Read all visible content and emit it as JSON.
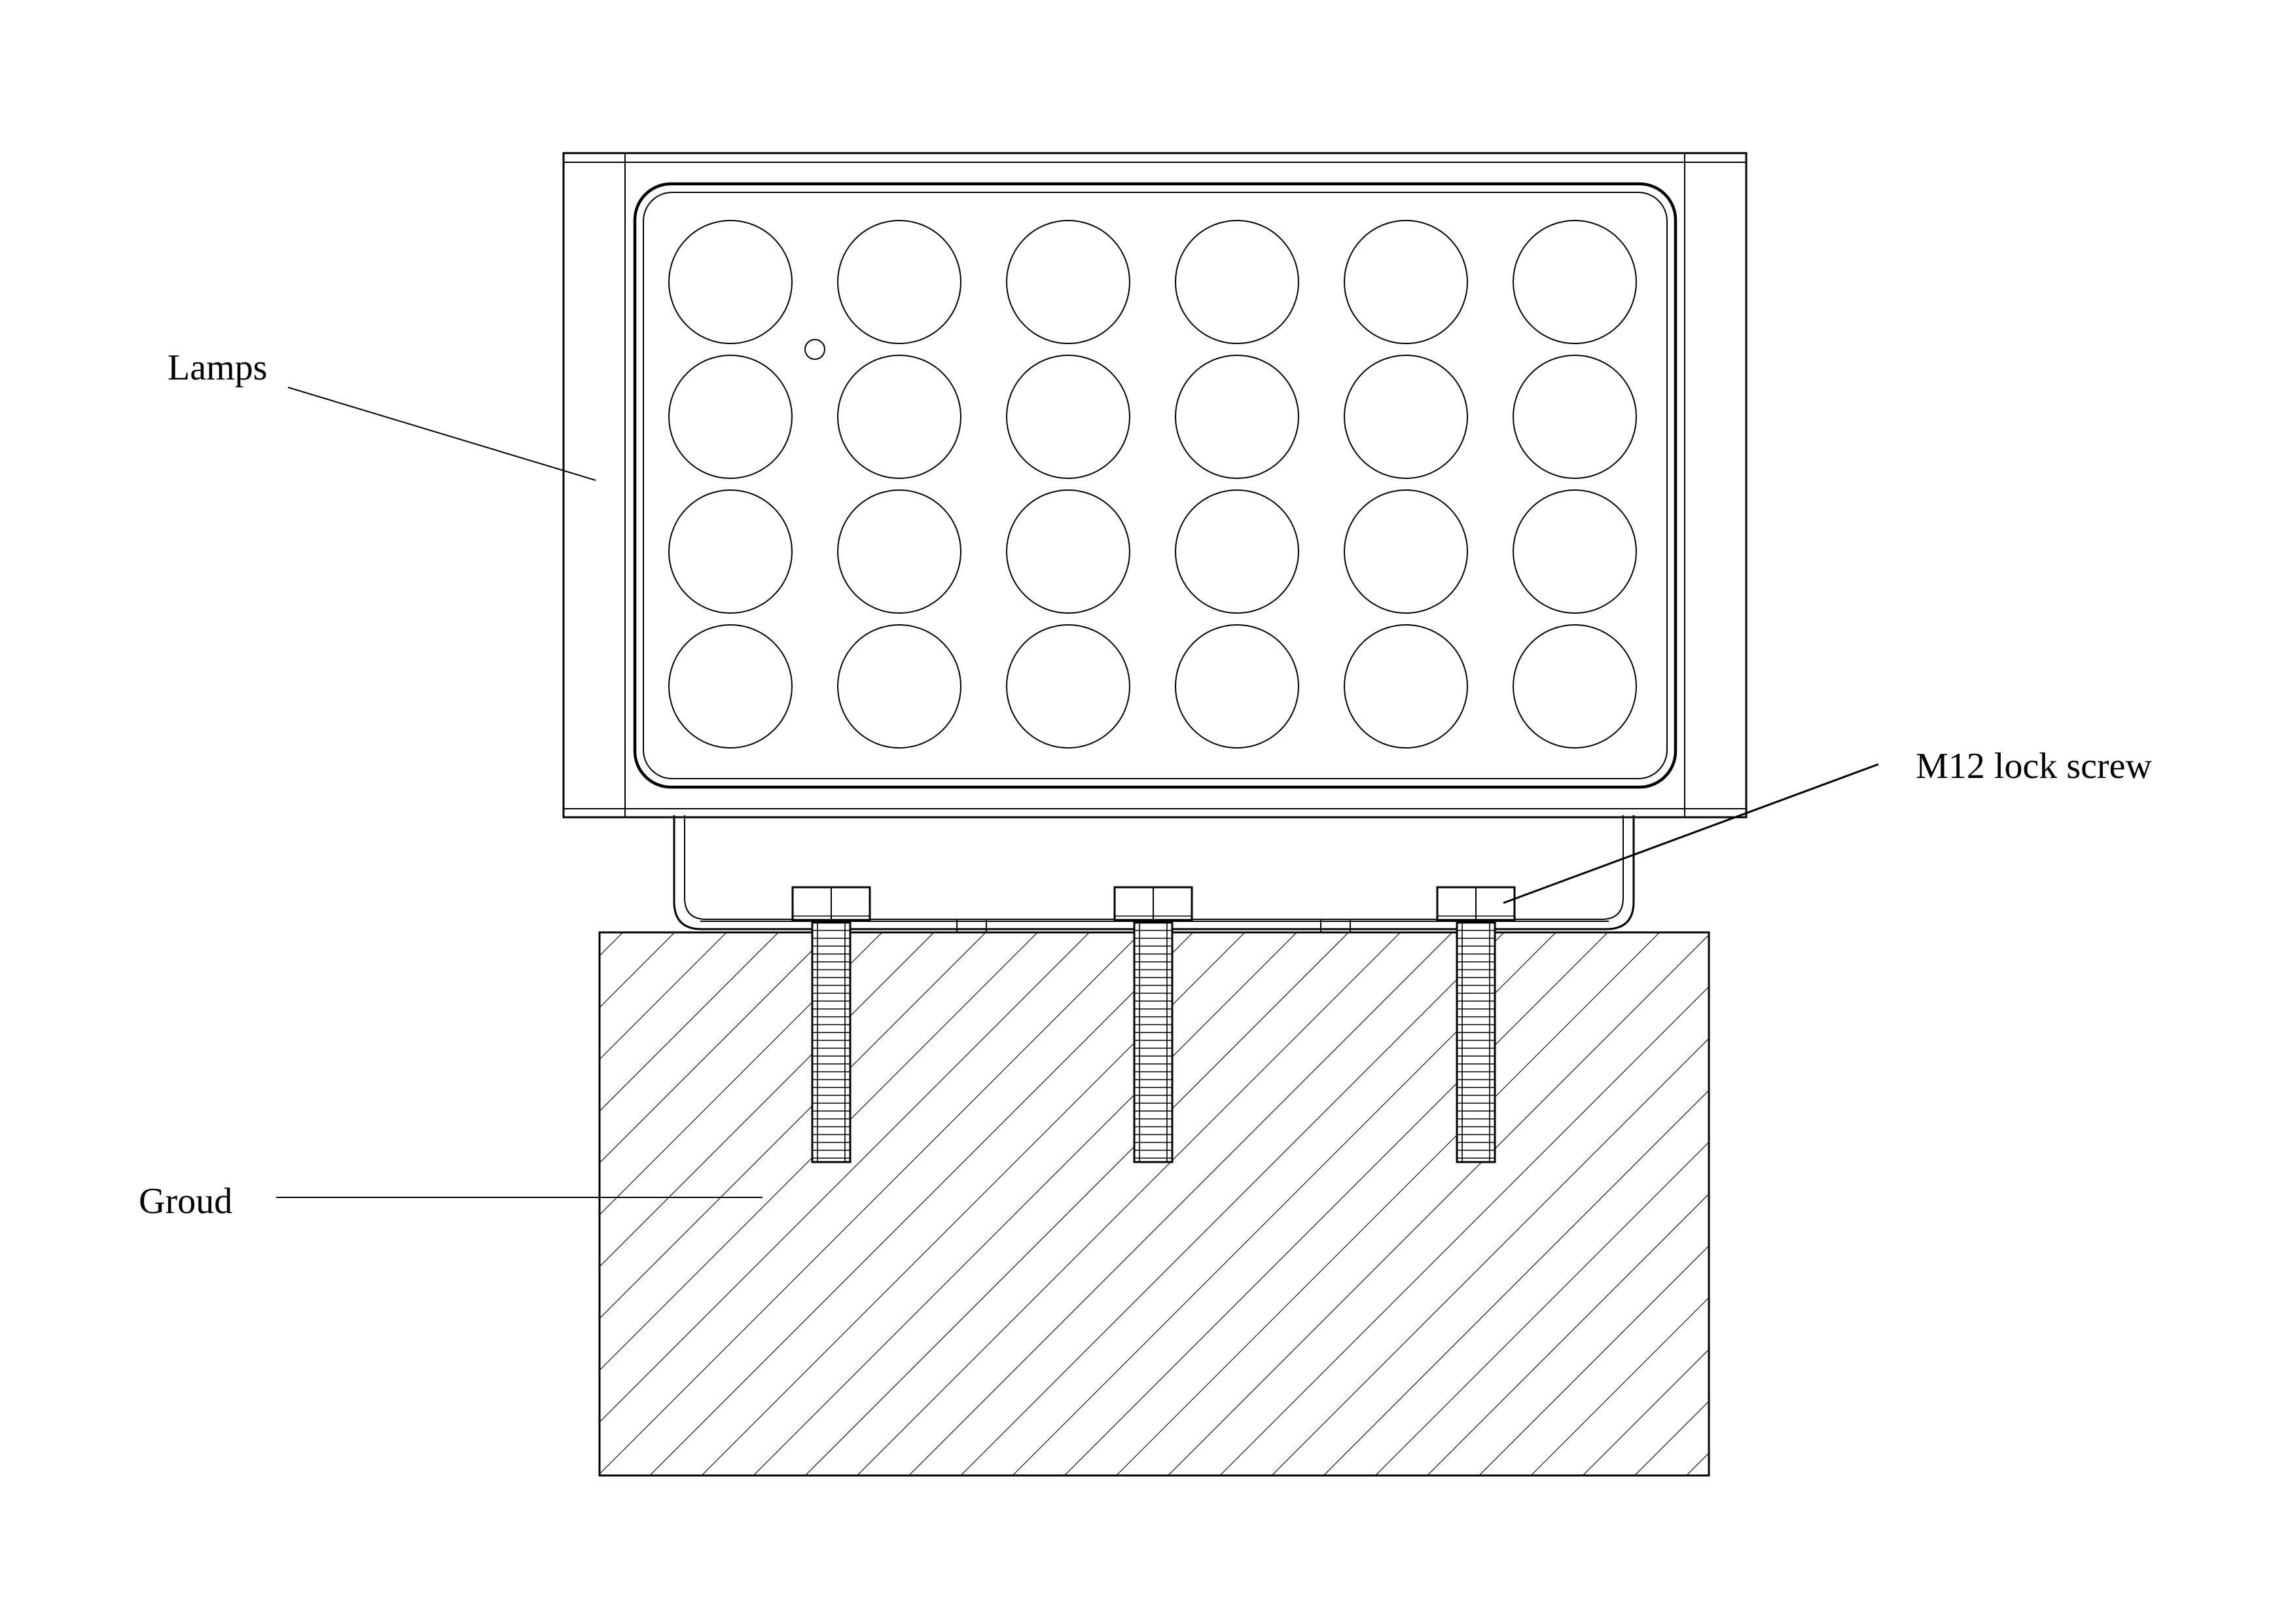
{
  "labels": {
    "lamps": "Lamps",
    "lock_screw": "M12 lock screw",
    "ground": "Groud"
  },
  "led_array": {
    "rows": 4,
    "columns": 6
  },
  "lock_screw_count": 3,
  "colors": {
    "line": "#000000",
    "background": "#ffffff"
  }
}
